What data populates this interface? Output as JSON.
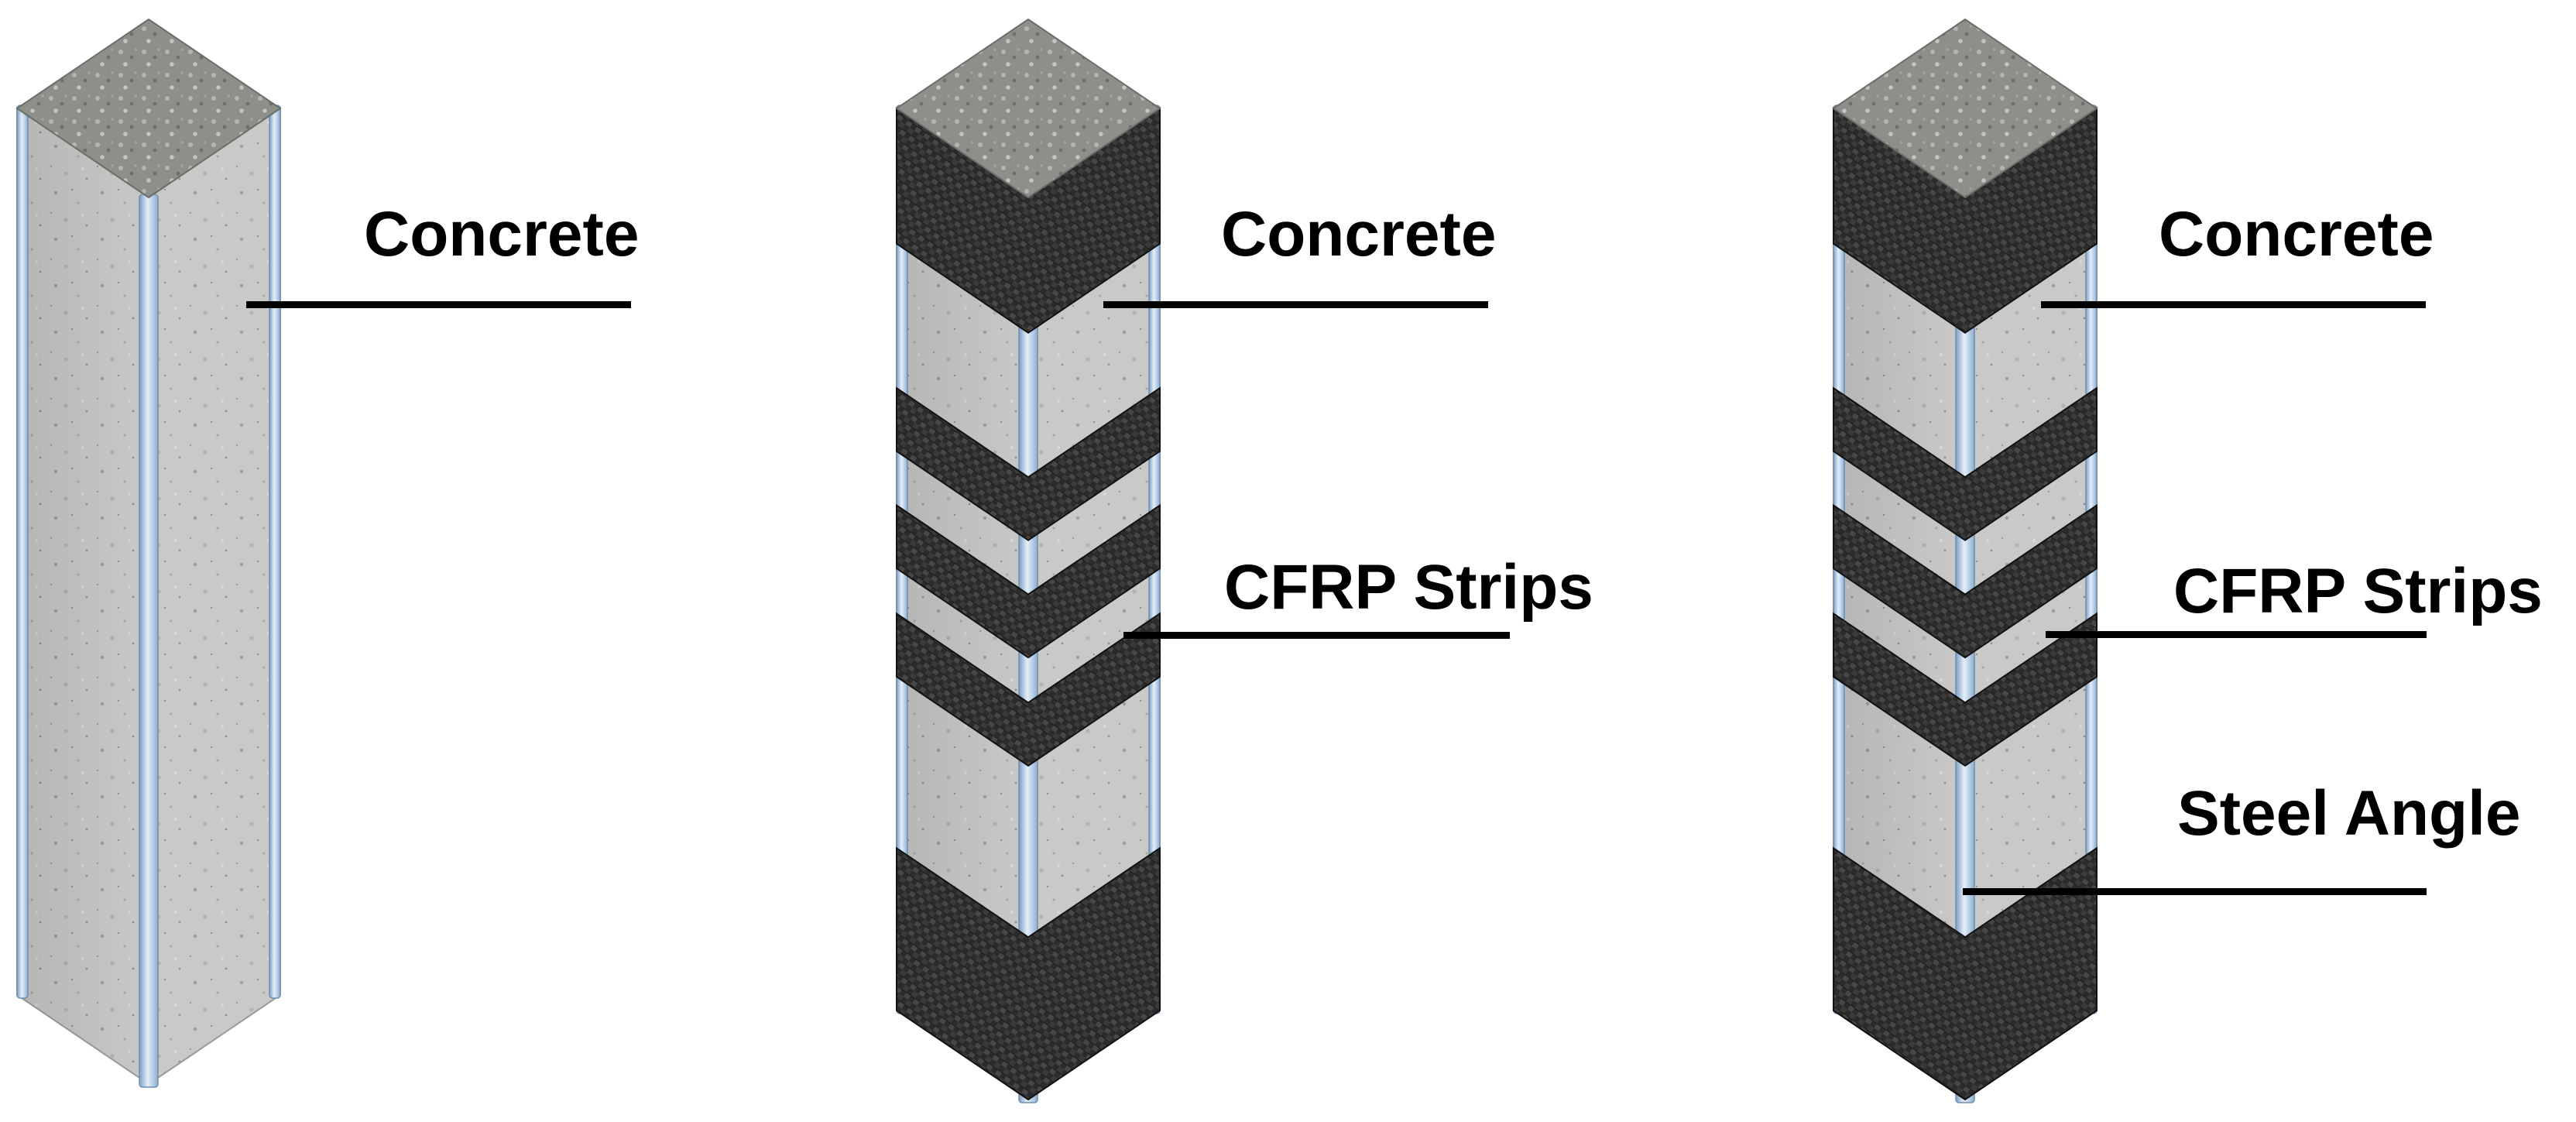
{
  "figure": {
    "columns": [
      {
        "id": "unstrengthened",
        "labels": [
          "Concrete"
        ]
      },
      {
        "id": "cfrp-strengthened",
        "labels": [
          "Concrete",
          "CFRP Strips"
        ]
      },
      {
        "id": "cfrp-and-steel-angle-strengthened",
        "labels": [
          "Concrete",
          "CFRP Strips",
          "Steel Angle"
        ]
      }
    ],
    "colors": {
      "concrete": "#c9c9c7",
      "concrete_top": "#8e8e8b",
      "steel_angle": "#a9c6e4",
      "cfrp": "#2b2b2b",
      "label_text": "#000000"
    }
  }
}
